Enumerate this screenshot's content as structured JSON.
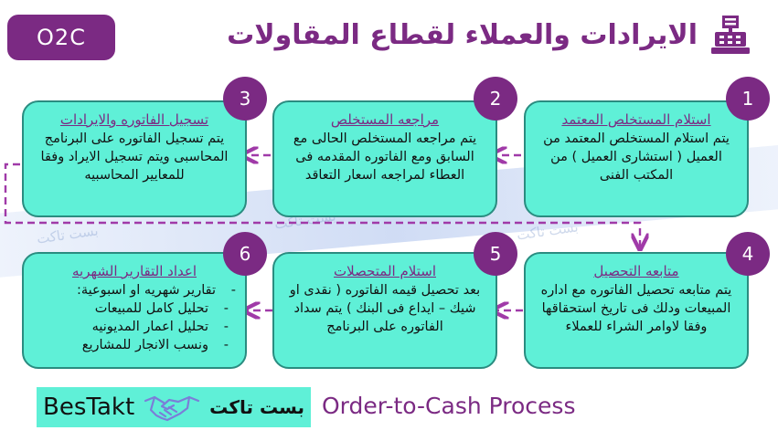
{
  "header": {
    "badge": "O2C",
    "title": "الايرادات والعملاء لقطاع المقاولات",
    "icon": "cash-register-icon"
  },
  "steps": [
    {
      "number": "1",
      "heading": "استلام المستخلص المعتمد",
      "body": "يتم استلام المستخلص المعتمد من العميل ( استشارى العميل ) من المكتب الفنى"
    },
    {
      "number": "2",
      "heading": "مراجعه المستخلص",
      "body": "يتم مراجعه المستخلص الحالى مع السابق ومع الفاتوره المقدمه فى العطاء لمراجعه اسعار التعاقد"
    },
    {
      "number": "3",
      "heading": "تسجيل الفاتوره  والايرادات",
      "body": "يتم تسجيل الفاتوره على البرنامج المحاسبى ويتم تسجيل الايراد وفقا للمعايير المحاسبيه"
    },
    {
      "number": "4",
      "heading": "متابعه التحصيل",
      "body": "يتم متابعه تحصيل الفاتوره مع اداره المبيعات ودلك فى تاريخ استحقاقها وفقا لاوامر الشراء للعملاء"
    },
    {
      "number": "5",
      "heading": "استلام المتحصلات",
      "body": "بعد تحصيل قيمه الفاتوره ( نقدى او شيك – ايداع فى البنك ) يتم سداد الفاتوره على البرنامج"
    },
    {
      "number": "6",
      "heading": "اعداد التقارير الشهريه",
      "body": "تقارير شهريه او اسبوعية:",
      "items": [
        "تحليل كامل للمبيعات",
        "تحليل اعمار المديونيه",
        "ونسب الانجار للمشاريع"
      ]
    }
  ],
  "footer": {
    "brand_en": "BesTakt",
    "brand_ar": "بست تاكت",
    "title": "Order-to-Cash Process"
  },
  "watermark": "بست تاكت",
  "colors": {
    "purple": "#7b2a83",
    "teal": "#5ff0d7",
    "teal_border": "#2a8c80"
  }
}
